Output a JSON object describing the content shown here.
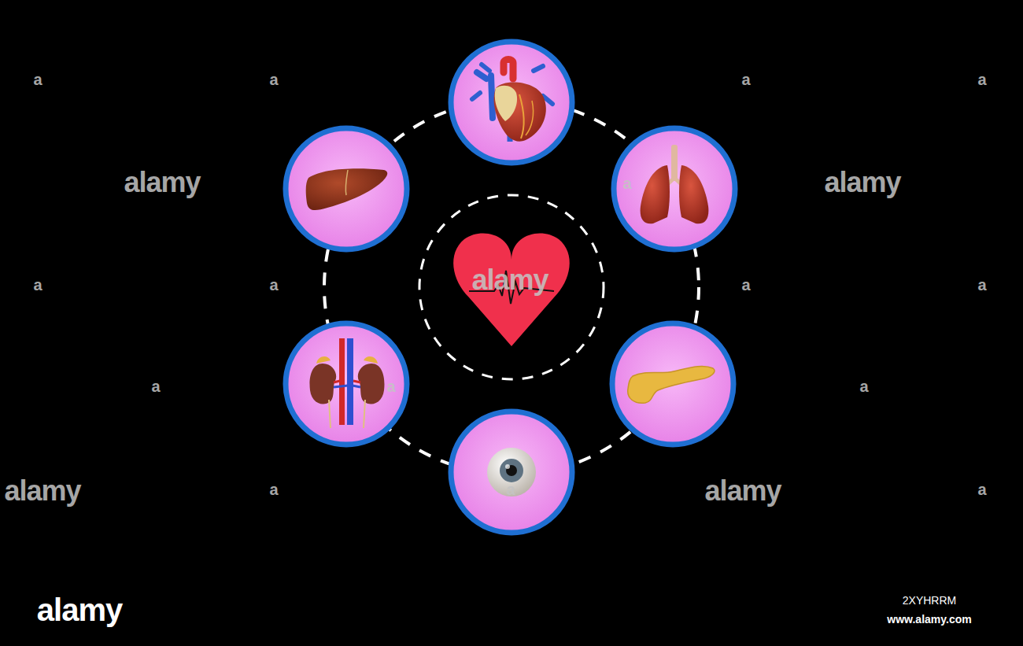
{
  "diagram": {
    "labels": [
      "a",
      "a",
      "a",
      "a",
      "alamy",
      "a",
      "alamy",
      "a",
      "a",
      "alamy",
      "a",
      "a",
      "a",
      "a",
      "a",
      "alamy",
      "a",
      "a",
      "alamy",
      "a",
      "alamy",
      "2XYHRRM",
      "www.alamy.com"
    ]
  }
}
